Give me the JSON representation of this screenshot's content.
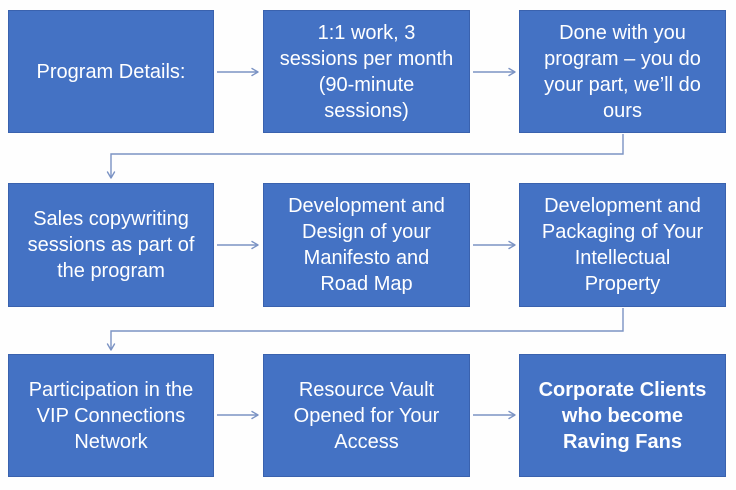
{
  "colors": {
    "background": "#fefefe",
    "box_fill": "#4472c4",
    "box_border": "#3a62ae",
    "box_text": "#ffffff",
    "connector": "#7b93c4"
  },
  "diagram": {
    "type": "flowchart",
    "boxes": [
      {
        "id": "program-details",
        "text": "Program Details:"
      },
      {
        "id": "one-on-one-work",
        "text": "1:1 work, 3\nsessions per month\n(90-minute\nsessions)"
      },
      {
        "id": "done-with-you",
        "text": "Done with you\nprogram – you do\nyour part, we’ll do\nours"
      },
      {
        "id": "sales-copywriting",
        "text": "Sales copywriting\nsessions as part of\nthe program"
      },
      {
        "id": "manifesto-roadmap",
        "text": "Development and\nDesign of your\nManifesto and\nRoad Map"
      },
      {
        "id": "intellectual-property",
        "text": "Development and\nPackaging of Your\nIntellectual\nProperty"
      },
      {
        "id": "vip-network",
        "text": "Participation in the\nVIP Connections\nNetwork"
      },
      {
        "id": "resource-vault",
        "text": "Resource Vault\nOpened for Your\nAccess"
      },
      {
        "id": "corporate-clients",
        "text": "Corporate Clients\nwho become\nRaving Fans",
        "bold": true
      }
    ]
  }
}
